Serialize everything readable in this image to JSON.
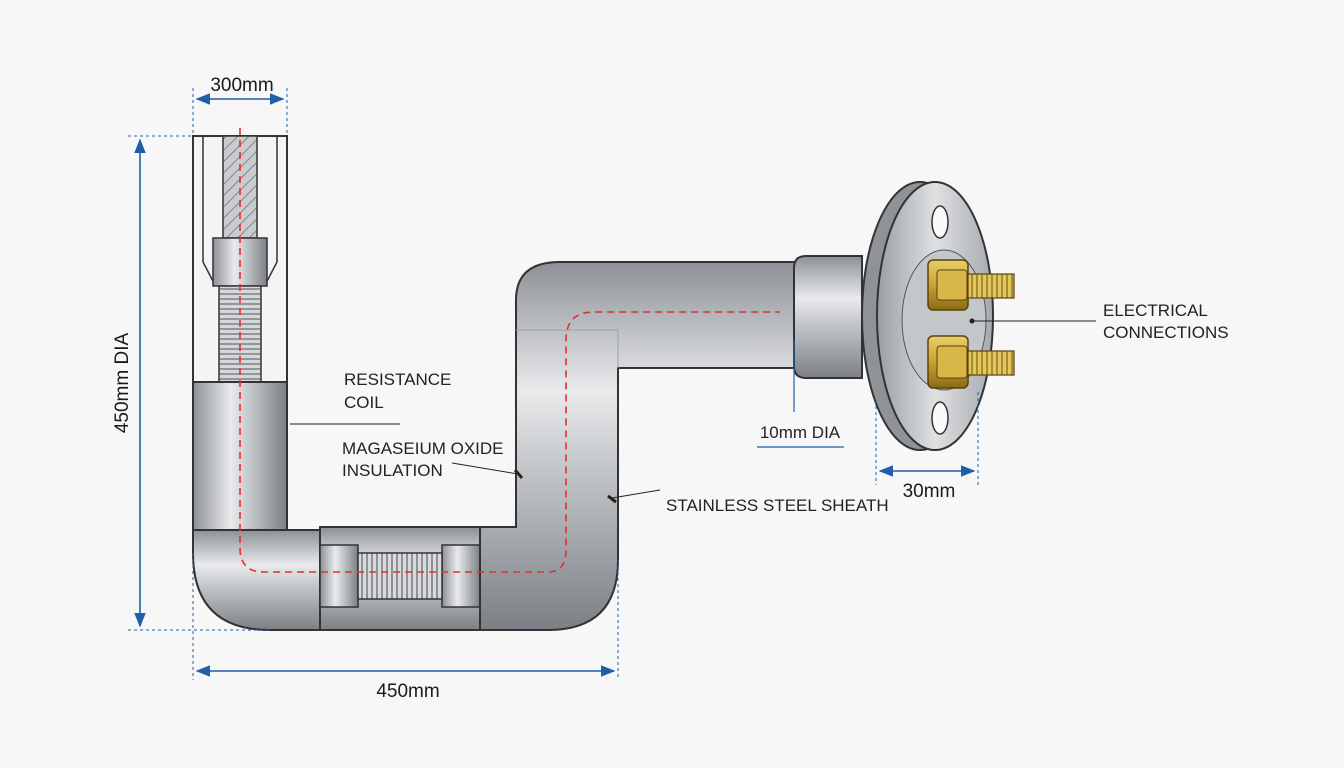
{
  "labels": {
    "resistance_coil": [
      "RESISTANCE",
      "COIL"
    ],
    "insulation": [
      "MAGASEIUM OXIDE",
      "INSULATION"
    ],
    "sheath": "STAINLESS STEEL SHEATH",
    "electrical": [
      "ELECTRICAL",
      "CONNECTIONS"
    ],
    "terminal_dia": "10mm DIA"
  },
  "dimensions": {
    "top_width": "300mm",
    "height": "450mm DIA",
    "bottom_width": "450mm",
    "flange_width": "30mm"
  },
  "colors": {
    "dimension": "#1f5fa8",
    "centerline": "#e03030",
    "brass": "#c9a233",
    "steel": "#b5b8bc"
  }
}
